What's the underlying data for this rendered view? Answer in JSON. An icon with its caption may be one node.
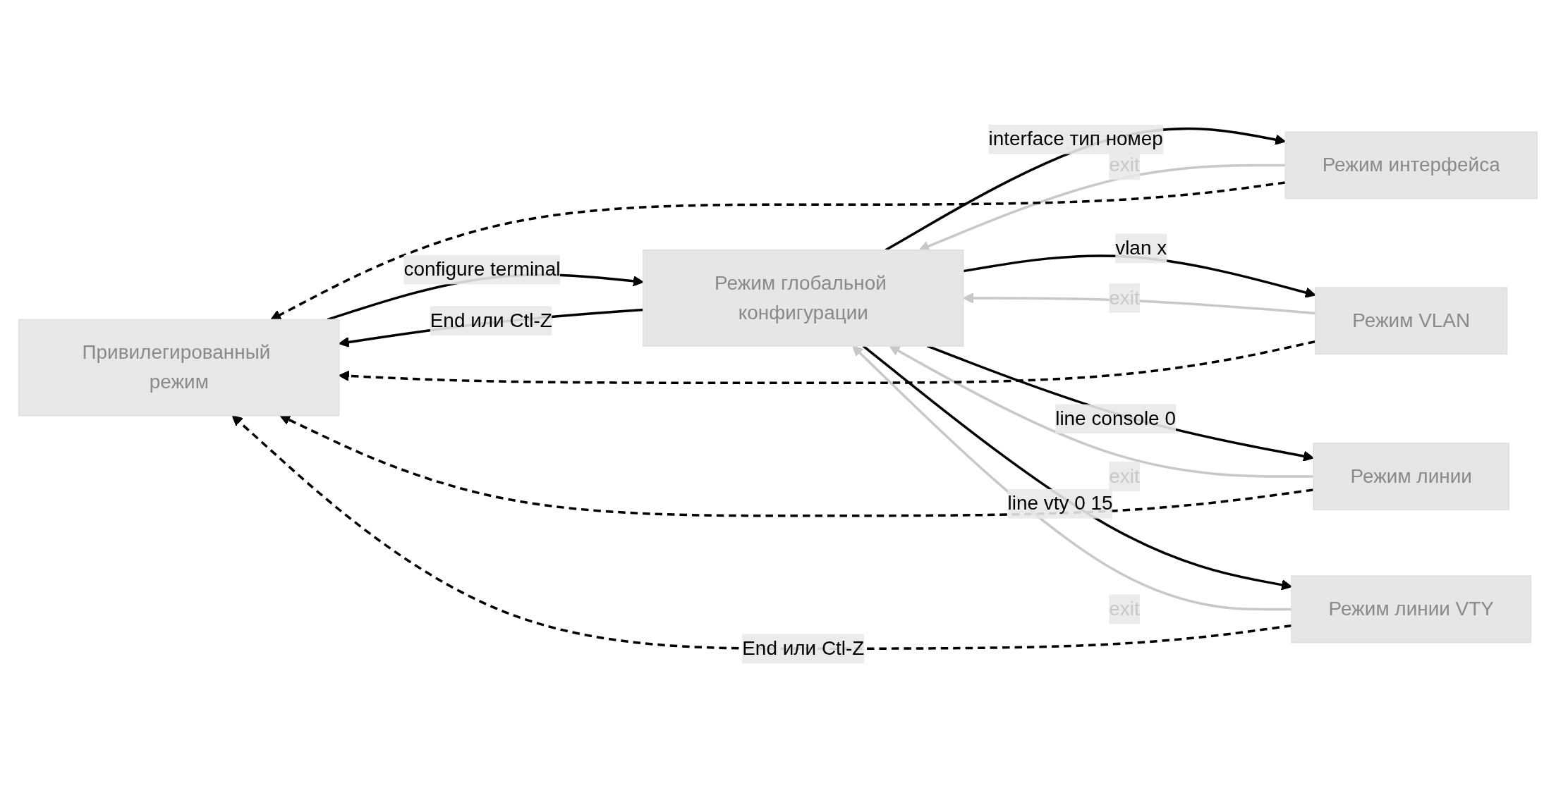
{
  "diagram": {
    "nodes": [
      {
        "text": [
          "Привилегированный режим"
        ]
      },
      {
        "text": [
          "Режим глобальной конфигурации"
        ]
      },
      {
        "text": [
          "Режим интерфейса"
        ]
      },
      {
        "text": [
          "Режим VLAN"
        ]
      },
      {
        "text": [
          "Режим линии"
        ]
      },
      {
        "text": [
          "Режим линии VTY"
        ]
      }
    ],
    "edges": [
      {
        "from": 0,
        "to": 1,
        "arrow": "to",
        "label": "configure terminal"
      },
      {
        "from": 1,
        "to": 0,
        "arrow": "to",
        "label": "End или Ctl-Z"
      },
      {
        "from": 1,
        "to": 2,
        "arrow": "to",
        "label": "interface тип номер"
      },
      {
        "from": 2,
        "to": 1,
        "arrow": "to",
        "label": "exit",
        "color": "#c8c8c8"
      },
      {
        "from": 1,
        "to": 3,
        "arrow": "to",
        "label": "vlan x"
      },
      {
        "from": 3,
        "to": 1,
        "arrow": "to",
        "label": "exit",
        "color": "#c8c8c8"
      },
      {
        "from": 1,
        "to": 4,
        "arrow": "to",
        "label": "line console 0"
      },
      {
        "from": 4,
        "to": 1,
        "arrow": "to",
        "label": "exit",
        "color": "#c8c8c8"
      },
      {
        "from": 1,
        "to": 5,
        "arrow": "to",
        "label": "line vty 0 15"
      },
      {
        "from": 5,
        "to": 1,
        "arrow": "to",
        "label": "exit",
        "color": "#c8c8c8"
      },
      {
        "from": 2,
        "to": 0,
        "arrow": "to",
        "style": "dashed"
      },
      {
        "from": 3,
        "to": 0,
        "arrow": "to",
        "style": "dashed"
      },
      {
        "from": 4,
        "to": 0,
        "arrow": "to",
        "style": "dashed"
      },
      {
        "from": 5,
        "to": 0,
        "arrow": "to",
        "style": "dashed",
        "label": "End или Ctl-Z"
      }
    ]
  }
}
